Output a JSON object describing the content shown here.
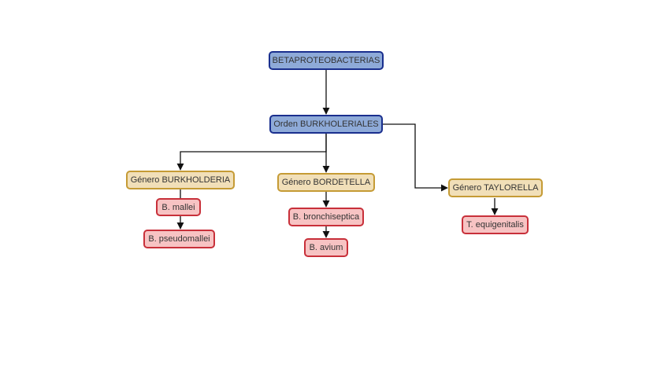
{
  "diagram": {
    "root": "BETAPROTEOBACTERIAS",
    "order": "Orden BURKHOLERIALES",
    "genera": [
      {
        "label": "Género BURKHOLDERIA",
        "species": [
          "B. mallei",
          "B. pseudomallei"
        ]
      },
      {
        "label": "Género BORDETELLA",
        "species": [
          "B. bronchiseptica",
          "B. avium"
        ]
      },
      {
        "label": "Género TAYLORELLA",
        "species": [
          "T. equigenitalis"
        ]
      }
    ]
  },
  "colors": {
    "top_fill": "#8eaad8",
    "top_border": "#1a2f8e",
    "genus_fill": "#f1dfb8",
    "genus_border": "#c59b35",
    "species_fill": "#f7c3c3",
    "species_border": "#c8303a",
    "edge": "#111111"
  }
}
